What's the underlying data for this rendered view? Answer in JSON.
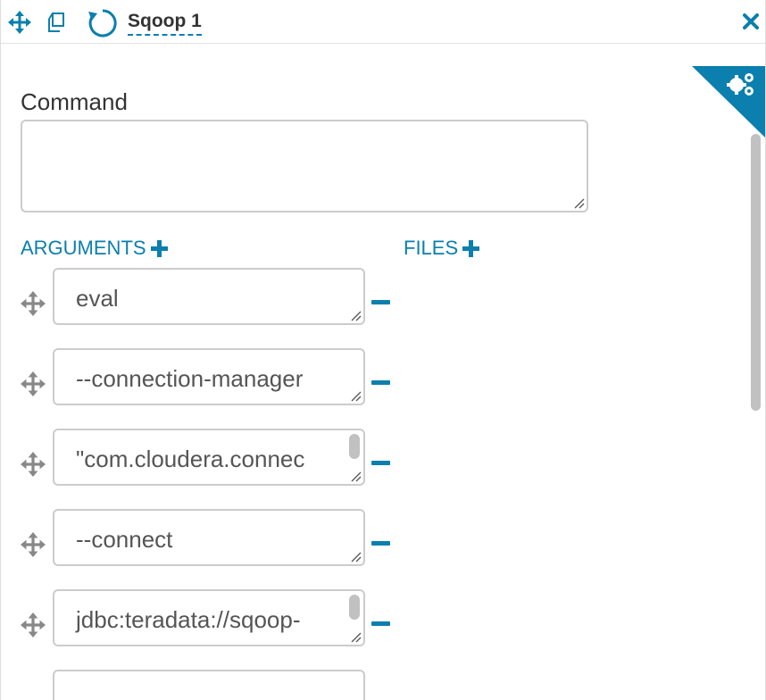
{
  "header": {
    "title": "Sqoop 1",
    "icons": [
      "move-icon",
      "copy-icon",
      "refresh-icon",
      "close-icon"
    ]
  },
  "corner": {
    "icon": "gears-icon"
  },
  "command": {
    "label": "Command",
    "value": ""
  },
  "arguments": {
    "label": "ARGUMENTS",
    "items": [
      {
        "value": "eval",
        "scrollable": false
      },
      {
        "value": "--connection-manager",
        "scrollable": false
      },
      {
        "value": "\"com.cloudera.connec",
        "scrollable": true
      },
      {
        "value": "--connect",
        "scrollable": false
      },
      {
        "value": "jdbc:teradata://sqoop-",
        "scrollable": true
      },
      {
        "value": "",
        "scrollable": false
      }
    ]
  },
  "files": {
    "label": "FILES"
  },
  "colors": {
    "accent": "#0B7FAD",
    "border": "#cccccc",
    "text": "#333333"
  }
}
